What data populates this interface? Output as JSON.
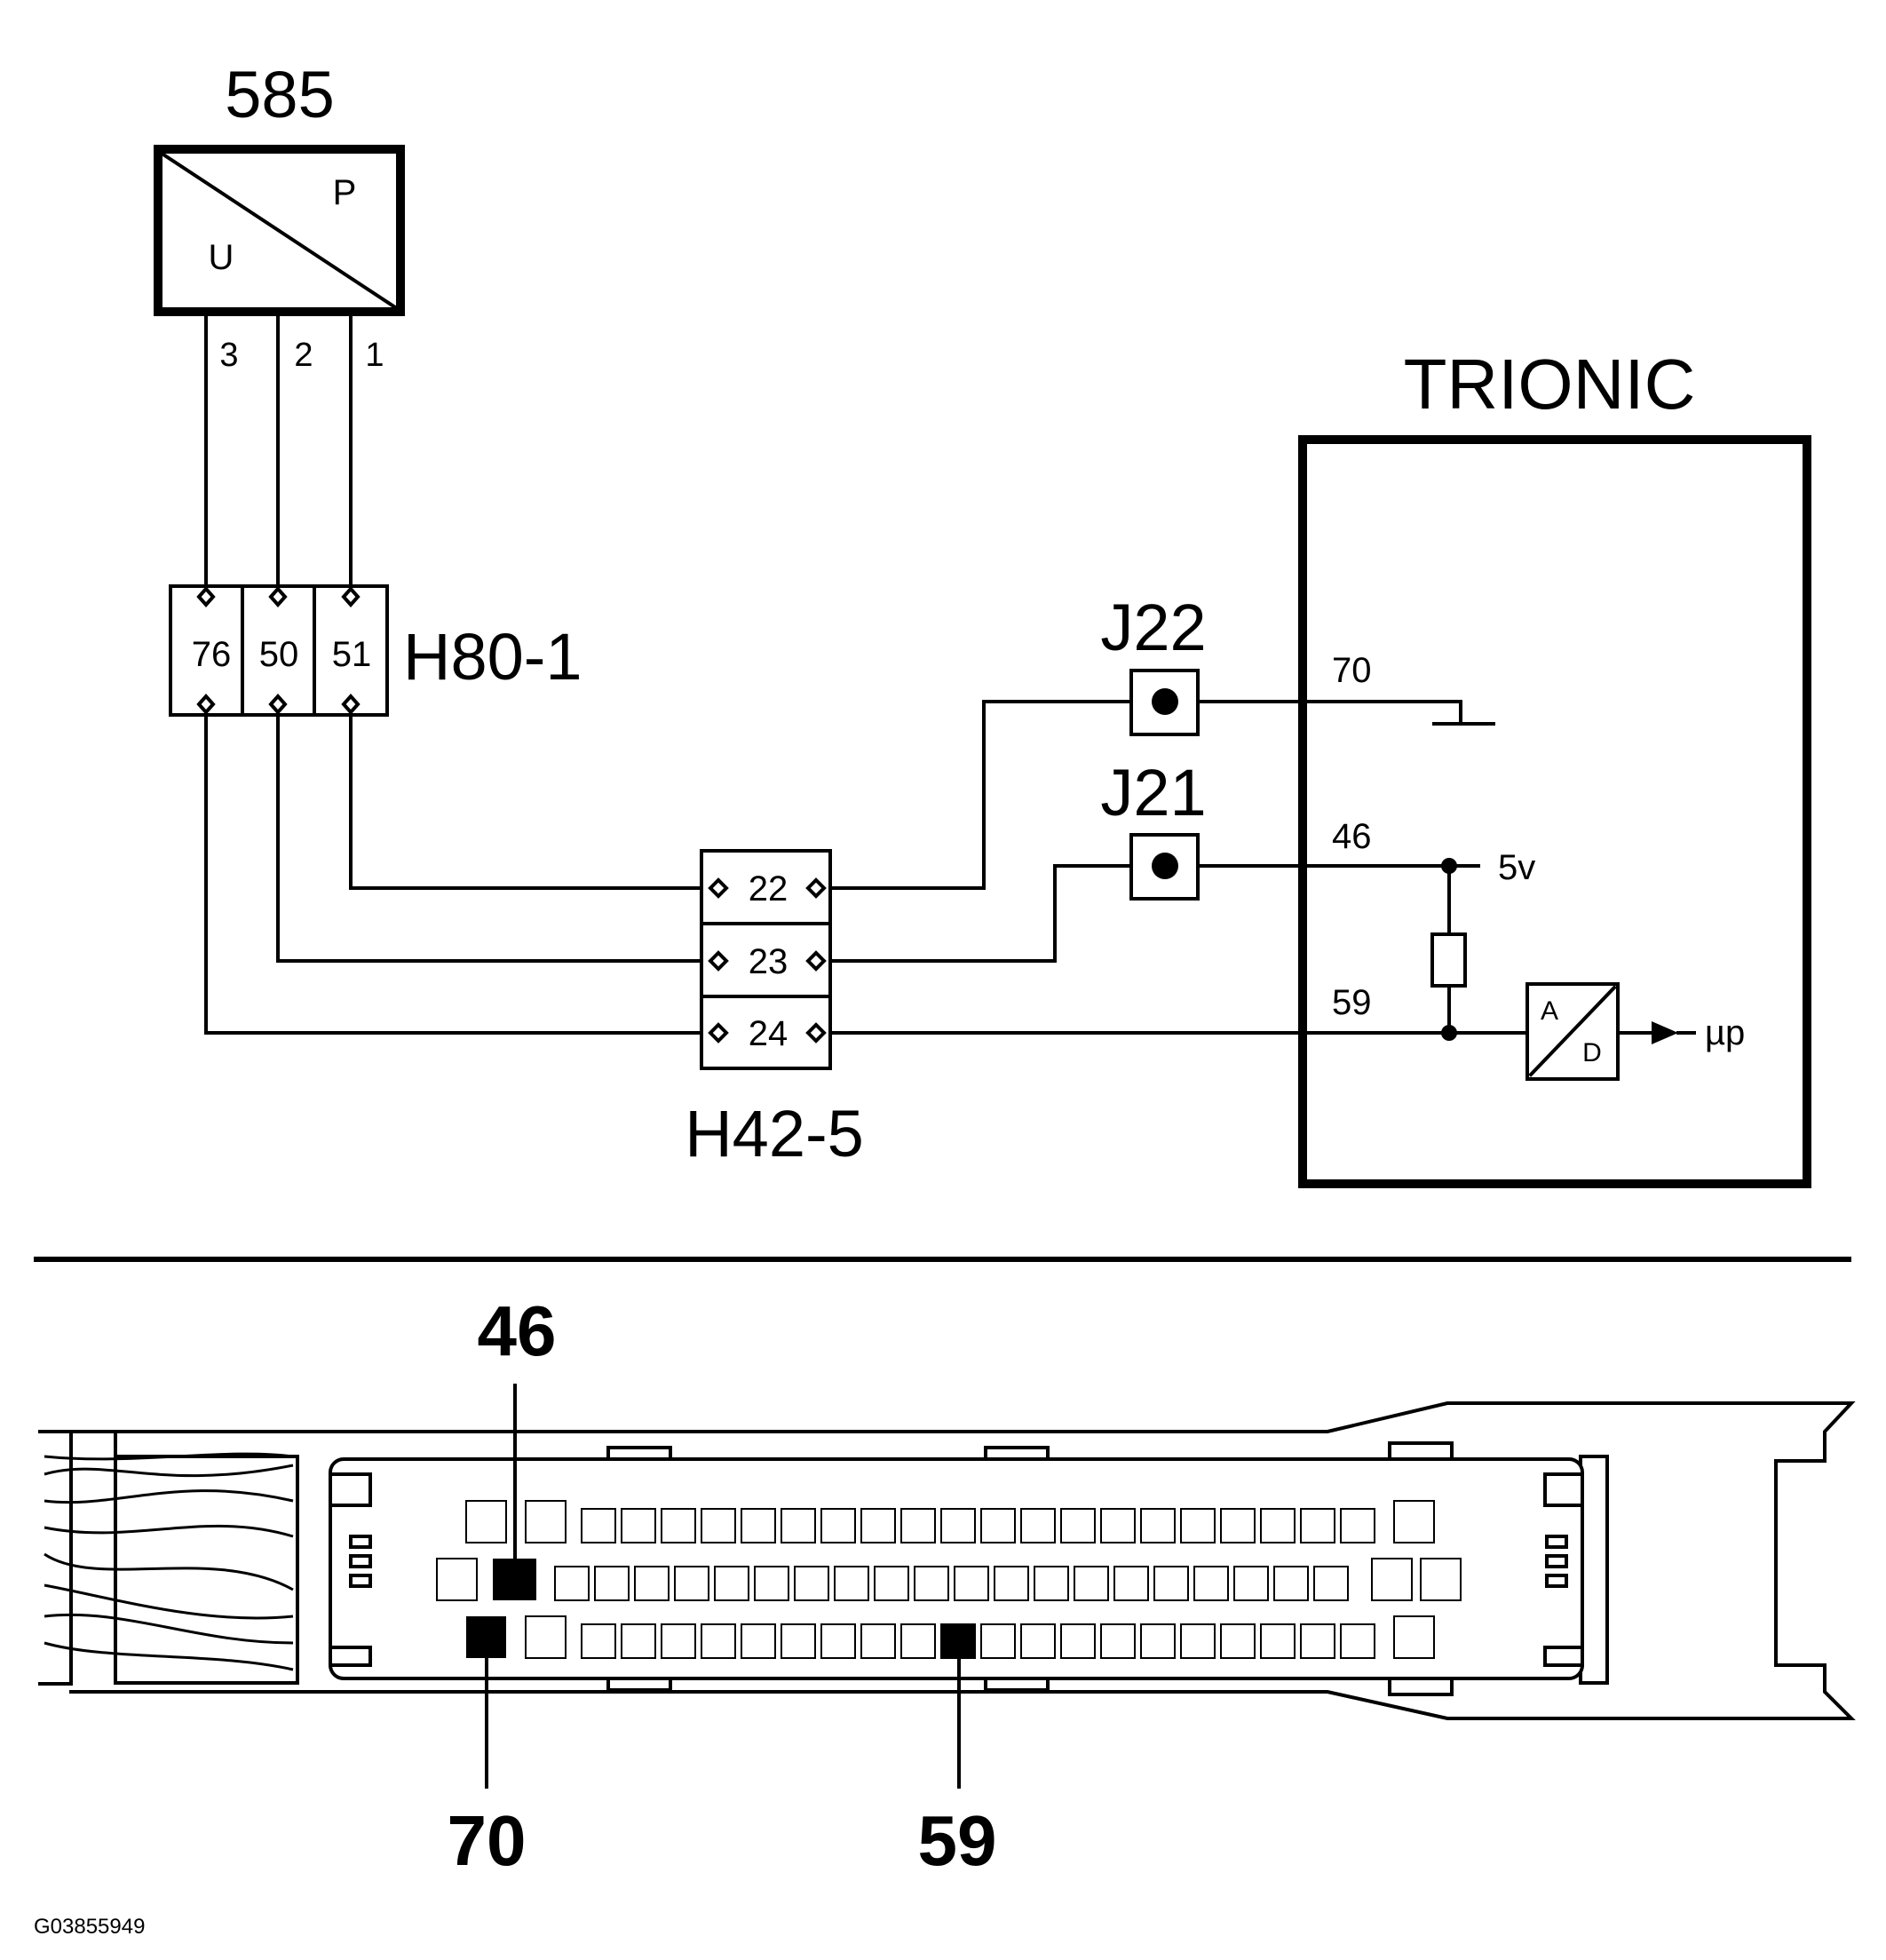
{
  "colors": {
    "ink": "#000000",
    "paper": "#ffffff"
  },
  "sensor": {
    "label": "585",
    "letter_top": "P",
    "letter_bottom": "U",
    "pins": [
      "3",
      "2",
      "1"
    ]
  },
  "connector_h80": {
    "label": "H80-1",
    "pins": [
      "76",
      "50",
      "51"
    ]
  },
  "connector_h42": {
    "label": "H42-5",
    "pins": [
      "22",
      "23",
      "24"
    ]
  },
  "junctions": {
    "j22": "J22",
    "j21": "J21"
  },
  "ecu": {
    "label": "TRIONIC",
    "pin_70": "70",
    "pin_46": "46",
    "pin_59": "59",
    "supply": "5v",
    "adc_top": "A",
    "adc_bottom": "D",
    "output": "µp"
  },
  "pinout": {
    "callout_46": "46",
    "callout_70": "70",
    "callout_59": "59"
  },
  "figure_id": "G03855949"
}
